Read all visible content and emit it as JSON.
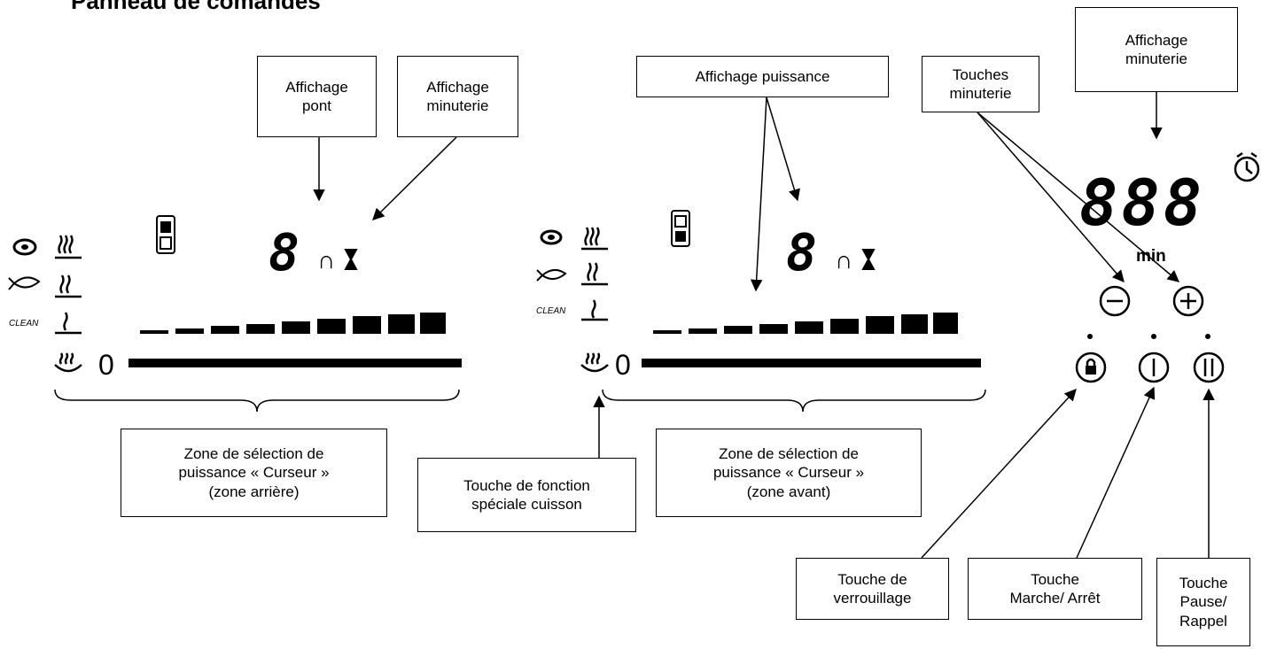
{
  "title": "Panneau de comandes",
  "labels": {
    "bridge_display": "Affichage\npont",
    "timer_display_left": "Affichage\nminuterie",
    "power_display": "Affichage puissance",
    "timer_keys": "Touches\nminuterie",
    "timer_display_right": "Affichage\nminuterie",
    "rear_zone": "Zone de sélection de\npuissance « Curseur »\n(zone arrière)",
    "special_function": "Touche de fonction\nspéciale cuisson",
    "front_zone": "Zone de sélection de\npuissance « Curseur »\n(zone avant)",
    "lock_key": "Touche de\nverrouillage",
    "onoff_key": "Touche\nMarche/ Arrêt",
    "pause_key": "Touche\nPause/\nRappel"
  },
  "display": {
    "clean_text": "CLEAN",
    "power_digit": "8",
    "slider_zero": "0",
    "timer_digits": "888",
    "timer_unit": "min"
  },
  "icons": [
    "steak-icon",
    "fish-icon",
    "heat-level-icon",
    "bridge-icon",
    "timer-hourglass-icon",
    "clock-icon",
    "minus-button-icon",
    "plus-button-icon",
    "lock-button-icon",
    "onoff-button-icon",
    "pause-button-icon"
  ]
}
